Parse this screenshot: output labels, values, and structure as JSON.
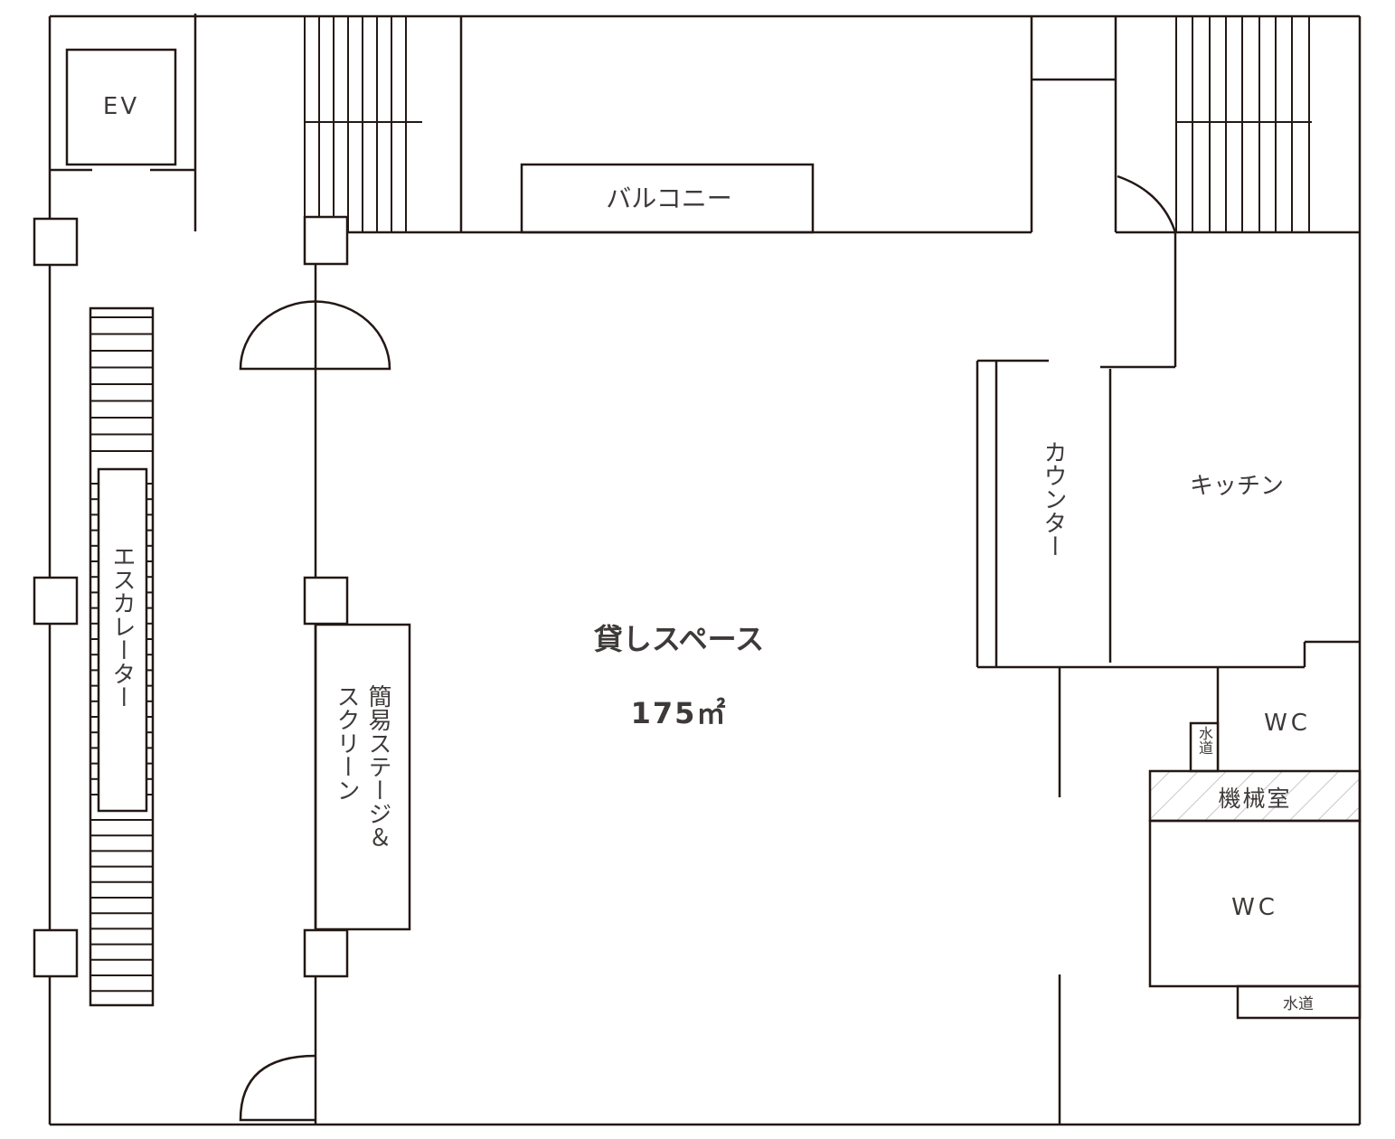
{
  "floor_plan": {
    "rooms": {
      "elevator": {
        "label": "EV"
      },
      "balcony": {
        "label": "バルコニー"
      },
      "escalator": {
        "label": "エスカレーター"
      },
      "stage": {
        "label_line1": "簡易ステージ＆",
        "label_line2": "スクリーン"
      },
      "rental_space": {
        "label": "貸しスペース",
        "area": "175㎡"
      },
      "counter": {
        "label": "カウンター"
      },
      "kitchen": {
        "label": "キッチン"
      },
      "wc_upper": {
        "label": "WC"
      },
      "water_upper": {
        "label": "水道"
      },
      "machine_room": {
        "label": "機械室"
      },
      "wc_lower": {
        "label": "WC"
      },
      "water_lower": {
        "label": "水道"
      }
    },
    "colors": {
      "wall": "#231815",
      "text": "#3e3a39",
      "hatch": "#b5b5b5"
    }
  }
}
